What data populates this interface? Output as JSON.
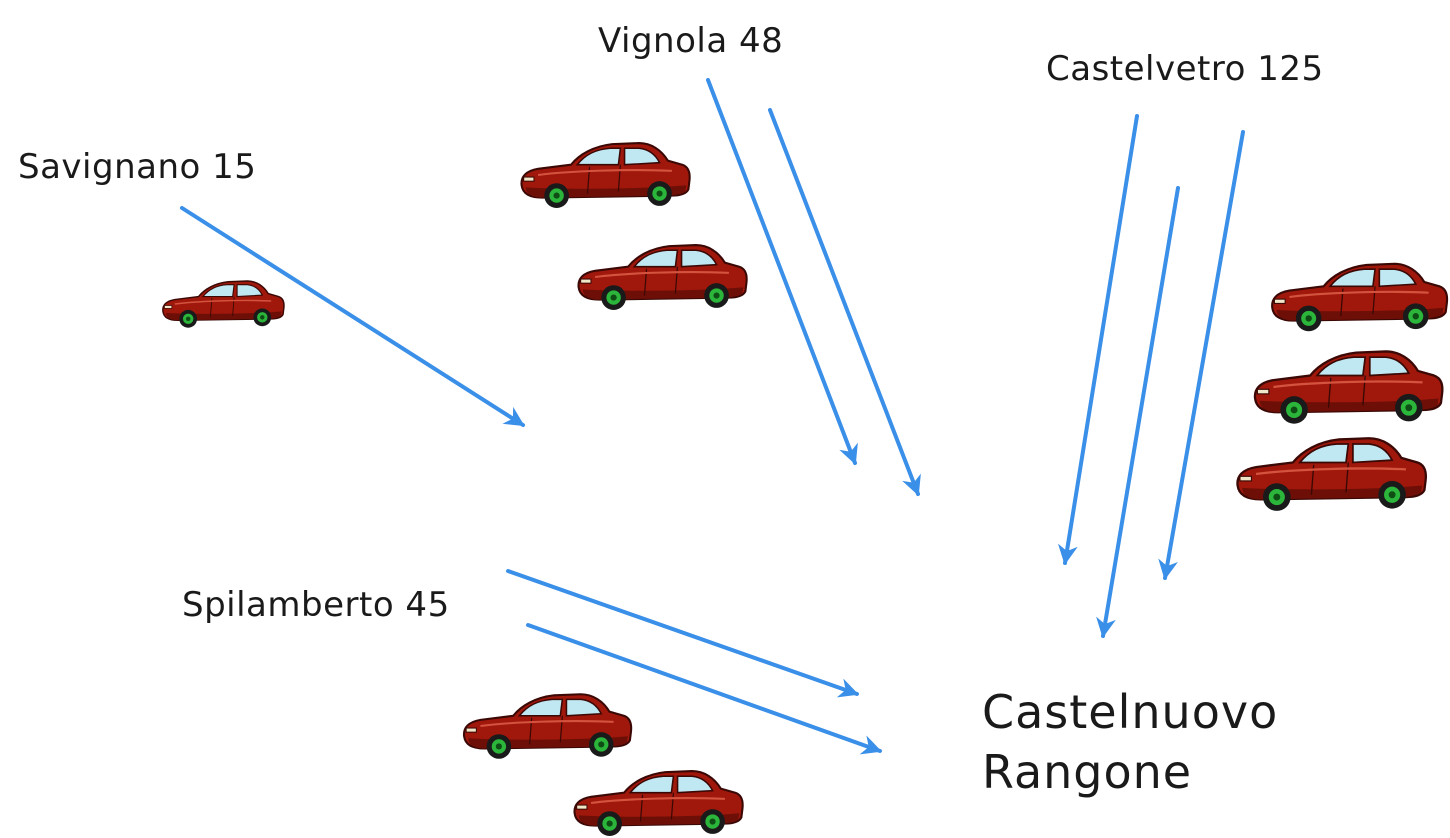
{
  "diagram": {
    "origins": [
      {
        "id": "savignano",
        "label": "Savignano 15"
      },
      {
        "id": "vignola",
        "label": "Vignola 48"
      },
      {
        "id": "castelvetro",
        "label": "Castelvetro 125"
      },
      {
        "id": "spilamberto",
        "label": "Spilamberto 45"
      }
    ],
    "destination": {
      "line1": "Castelnuovo",
      "line2": "Rangone"
    },
    "colors": {
      "arrow": "#3a8fe8",
      "car_body": "#a0180c",
      "car_window": "#bfe8f2",
      "car_wheel": "#2bb53a"
    },
    "icon": "car-icon"
  }
}
